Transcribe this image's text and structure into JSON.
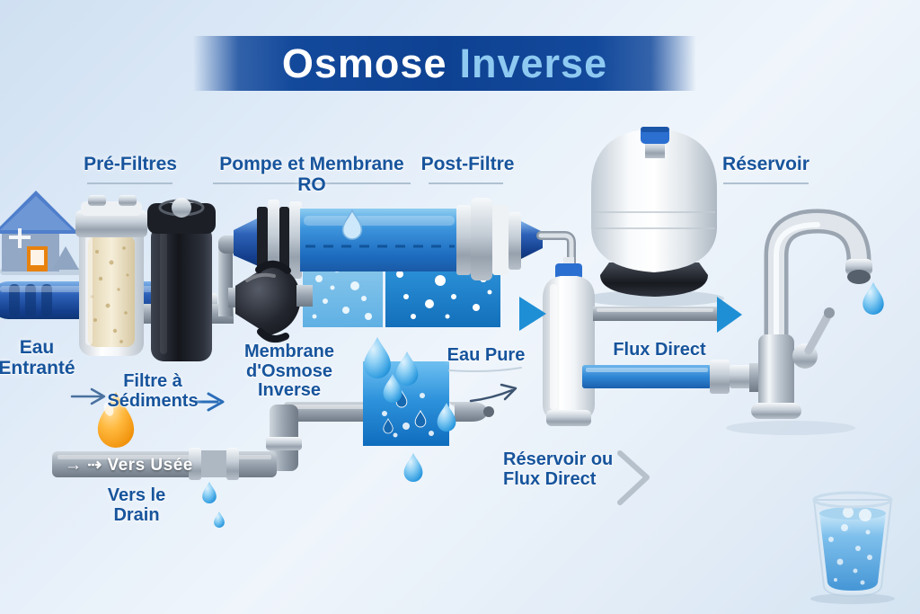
{
  "title": {
    "word1": "Osmose",
    "word2": "Inverse"
  },
  "sections": {
    "pre_filtres": "Pré-Filtres",
    "pompe_membrane": "Pompe et Membrane RO",
    "post_filtre": "Post-Filtre",
    "reservoir": "Réservoir"
  },
  "flow": {
    "eau_line1": "Eau",
    "eau_line2": "Entranté",
    "sed_line1": "Filtre à",
    "sed_line2": "Sédiments",
    "mem_line1": "Membrane",
    "mem_line2": "d'Osmose Inverse",
    "eau_pure": "Eau Pure",
    "flux_direct": "Flux Direct",
    "vers_usee": "→ ⇢ Vers Usée",
    "vers_drain": "Vers le Drain",
    "res_line1": "Réservoir ou",
    "res_line2": "Flux Direct"
  },
  "colors": {
    "banner_blue": "#0e4192",
    "title_word2": "#8ec9f1",
    "label_blue": "#17549c",
    "arrow_blue": "#1e8fd5",
    "membrane_blue": "#2f86d4",
    "square_light": "#79c2ea",
    "square_dark": "#1e8ad2",
    "drain_square_blue": "#2e93dc",
    "drop_blue": "#2f9ce0",
    "drop_orange": "#f0920c",
    "pipe_gray": "#97a2ae",
    "carbon_filter_black": "#1c1f26",
    "chrome": "#c3ccd5"
  }
}
